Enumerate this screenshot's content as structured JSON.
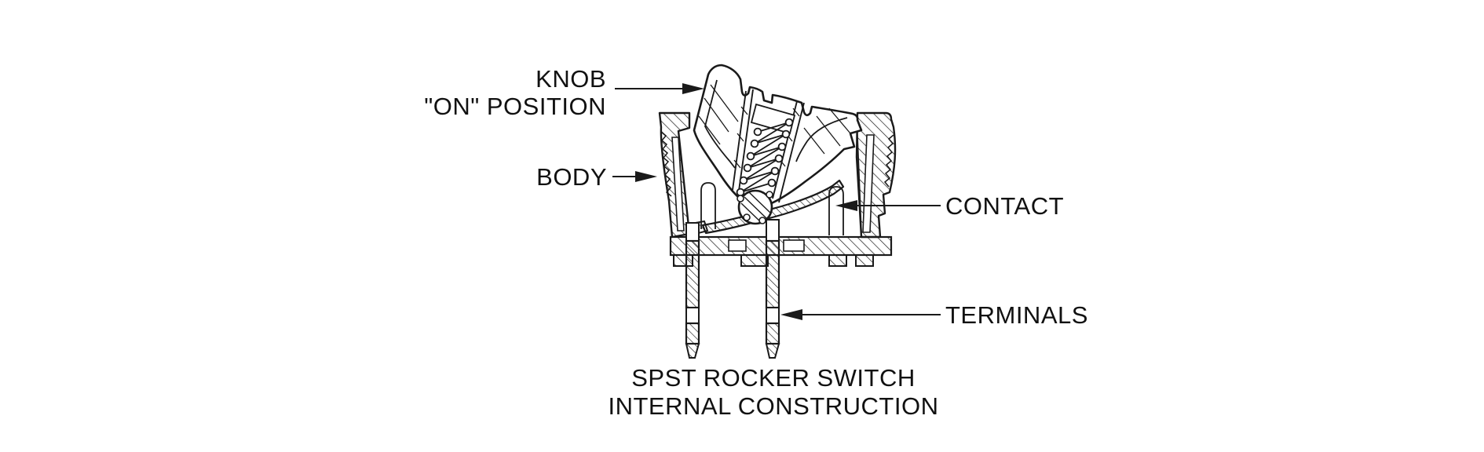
{
  "diagram": {
    "callouts": {
      "knob": {
        "line1": "KNOB",
        "line2": "\"ON\" POSITION"
      },
      "body": "BODY",
      "contact": "CONTACT",
      "terminals": "TERMINALS"
    },
    "caption": {
      "line1": "SPST ROCKER SWITCH",
      "line2": "INTERNAL CONSTRUCTION"
    },
    "colors": {
      "line": "#1a1a1a",
      "background": "#ffffff"
    }
  }
}
